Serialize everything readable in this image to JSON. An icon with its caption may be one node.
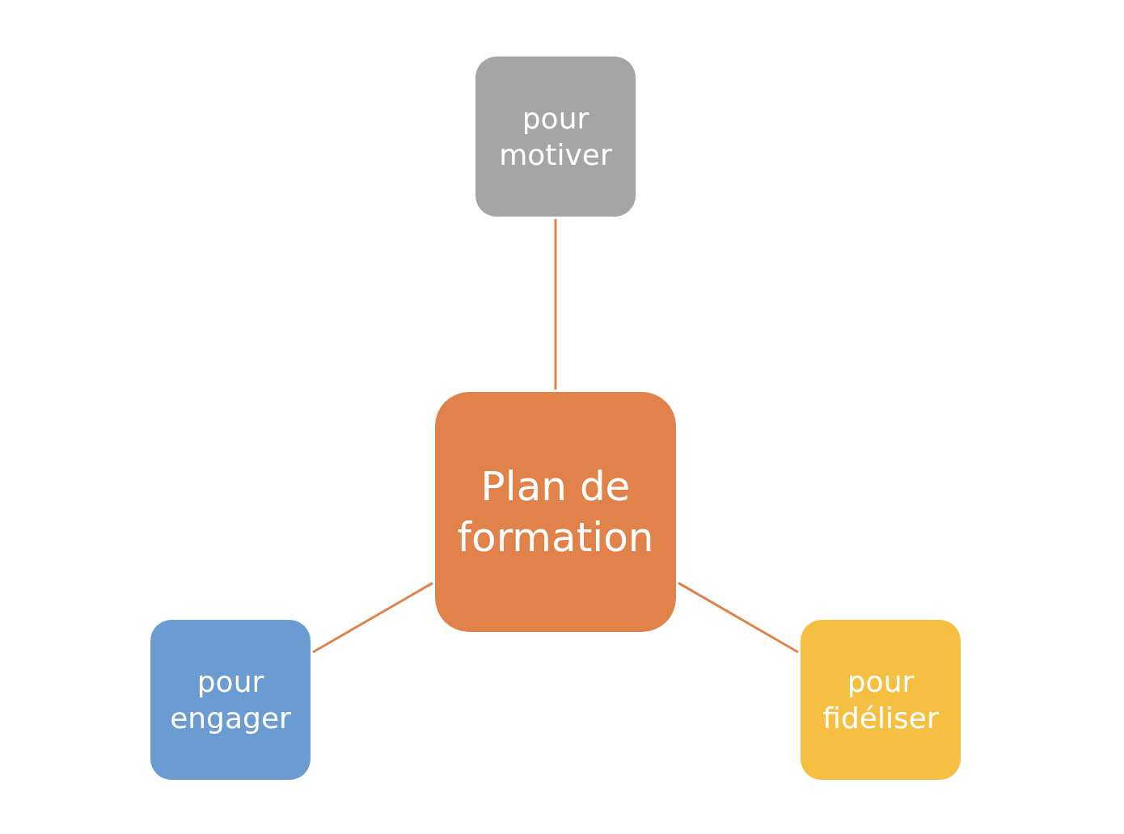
{
  "diagram": {
    "nodes": [
      {
        "text": [
          "pour motiver"
        ]
      },
      {
        "text": [
          "Plan de formation"
        ]
      },
      {
        "text": [
          "pour engager"
        ]
      },
      {
        "text": [
          "pour fidéliser"
        ]
      }
    ],
    "edges": [
      {
        "from": 1,
        "to": 0,
        "arrow": "none"
      },
      {
        "from": 1,
        "to": 2,
        "arrow": "none"
      },
      {
        "from": 1,
        "to": 3,
        "arrow": "none"
      }
    ]
  }
}
